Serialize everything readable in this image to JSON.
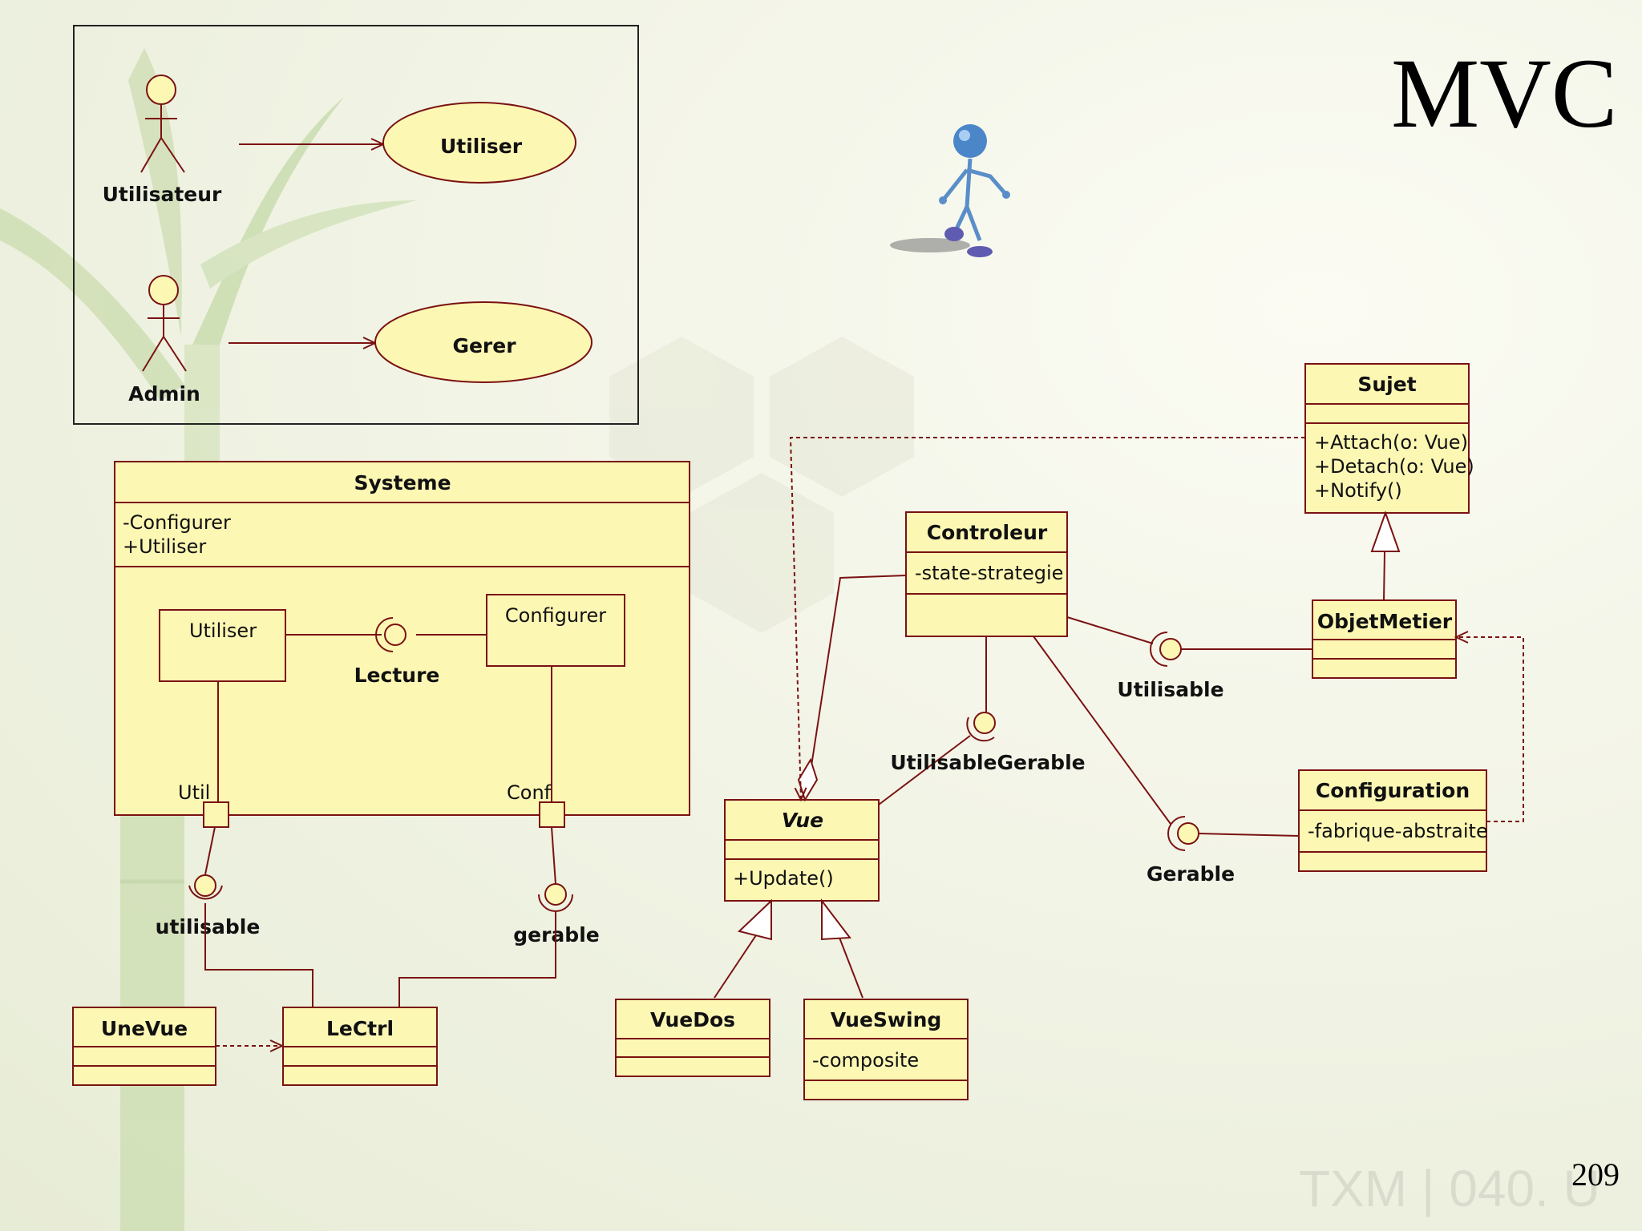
{
  "slide": {
    "title": "MVC",
    "page_number": "209",
    "watermark": "TXM | 040. U"
  },
  "use_case": {
    "actors": [
      "Utilisateur",
      "Admin"
    ],
    "use_cases": [
      "Utiliser",
      "Gerer"
    ]
  },
  "systeme": {
    "name": "Systeme",
    "attributes": [
      "-Configurer",
      "+Utiliser"
    ],
    "parts": [
      "Utiliser",
      "Configurer"
    ],
    "interface_lecture": "Lecture",
    "port_util": "Util",
    "port_conf": "Conf",
    "interface_utilisable": "utilisable",
    "interface_gerable": "gerable"
  },
  "classes": {
    "unevue": "UneVue",
    "lectrl": "LeCtrl",
    "vue": "Vue",
    "vue_method": "+Update()",
    "vuedos": "VueDos",
    "vueswing": "VueSwing",
    "vueswing_attr": "-composite",
    "controleur": "Controleur",
    "controleur_attr": "-state-strategie",
    "sujet": "Sujet",
    "sujet_methods": [
      "+Attach(o: Vue)",
      "+Detach(o: Vue)",
      "+Notify()"
    ],
    "objetmetier": "ObjetMetier",
    "configuration": "Configuration",
    "configuration_attr": "-fabrique-abstraite"
  },
  "interfaces": {
    "utilisable": "Utilisable",
    "utilisable_gerable": "UtilisableGerable",
    "gerable": "Gerable"
  },
  "colors": {
    "stroke": "#7a1212",
    "fill": "#fdf7b4",
    "background": "#eef1df"
  }
}
